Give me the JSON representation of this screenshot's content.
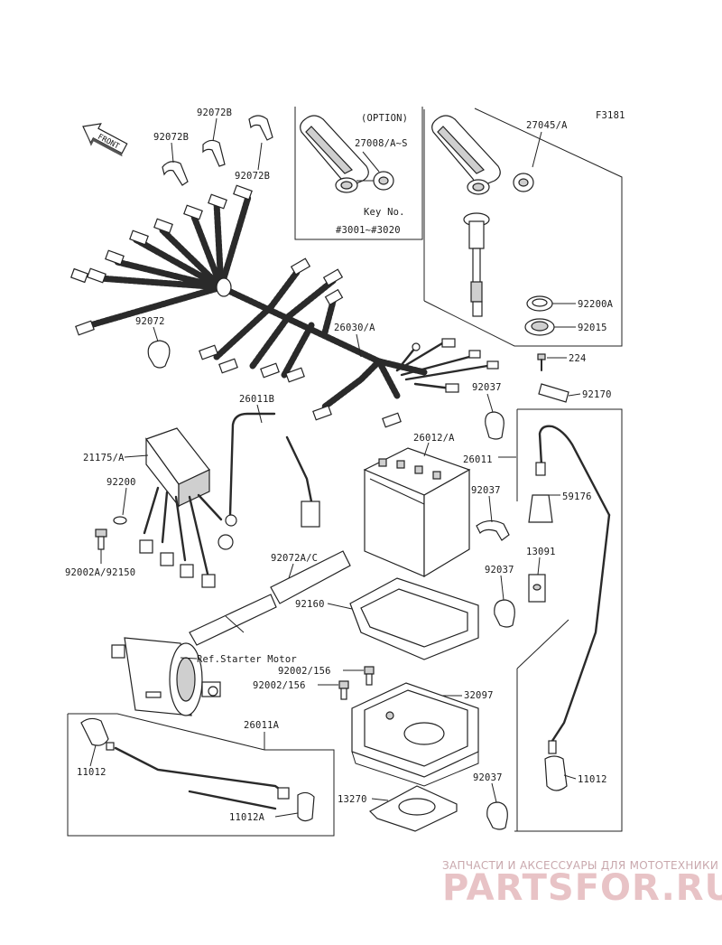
{
  "figure_code": "F3181",
  "front_label": "FRONT",
  "watermark": {
    "line1": "ЗАПЧАСТИ И АКСЕССУАРЫ ДЛЯ МОТОТЕХНИКИ",
    "line2": "PARTSFOR.RU"
  },
  "option_box": {
    "title": "(OPTION)",
    "part": "27008/A~S",
    "key_label": "Key No.",
    "key_range": "#3001~#3020"
  },
  "labels": {
    "p92072B_1": "92072B",
    "p92072B_2": "92072B",
    "p92072B_3": "92072B",
    "p27045A": "27045/A",
    "p92200A": "92200A",
    "p92015": "92015",
    "p92072": "92072",
    "p26030A": "26030/A",
    "p224": "224",
    "p92170": "92170",
    "p26011B": "26011B",
    "p92037_1": "92037",
    "p26012A": "26012/A",
    "p26011": "26011",
    "p21175A": "21175/A",
    "p92200": "92200",
    "p92037_2": "92037",
    "p59176": "59176",
    "p92002A": "92002A/92150",
    "p92072AC": "92072A/C",
    "p13091": "13091",
    "p92037_3": "92037",
    "p92160": "92160",
    "p_ref_starter": "Ref.Starter Motor",
    "p92002_1": "92002/156",
    "p92002_2": "92002/156",
    "p32097": "32097",
    "p26011A": "26011A",
    "p11012_1": "11012",
    "p11012_2": "11012",
    "p92037_4": "92037",
    "p13270": "13270",
    "p11012A": "11012A"
  }
}
